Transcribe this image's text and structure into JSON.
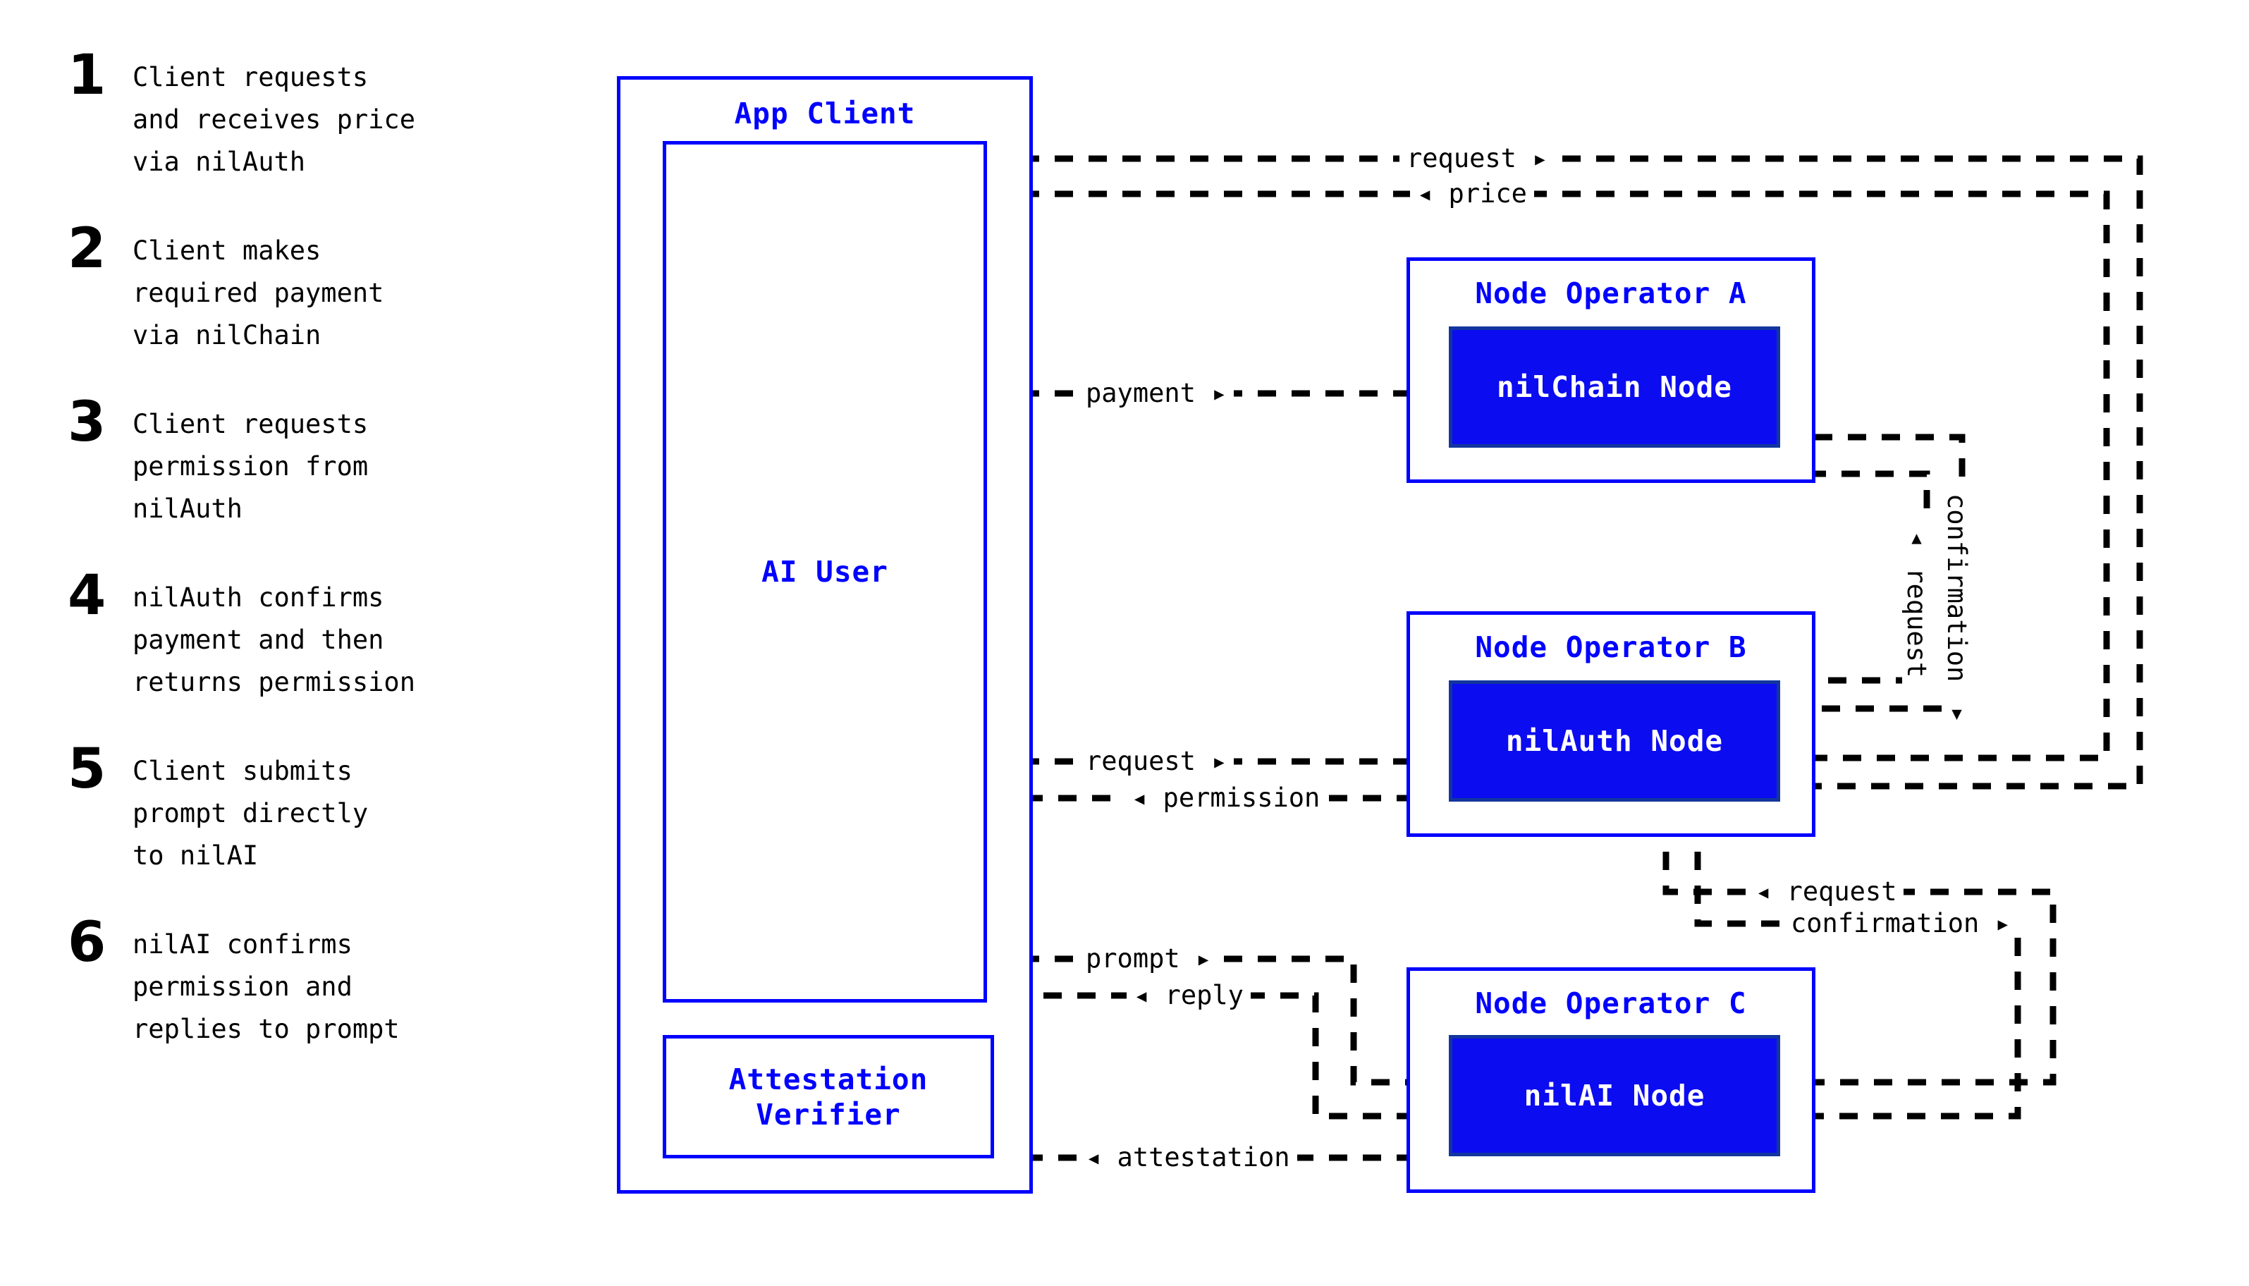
{
  "legend": {
    "items": [
      {
        "num": "1",
        "text": "Client requests\nand receives price\nvia nilAuth"
      },
      {
        "num": "2",
        "text": "Client makes\nrequired payment\nvia nilChain"
      },
      {
        "num": "3",
        "text": "Client requests\npermission from\nnilAuth"
      },
      {
        "num": "4",
        "text": "nilAuth confirms\npayment and then\nreturns permission"
      },
      {
        "num": "5",
        "text": "Client submits\nprompt directly\nto nilAI"
      },
      {
        "num": "6",
        "text": "nilAI confirms\npermission and\nreplies to prompt"
      }
    ]
  },
  "boxes": {
    "app_client": {
      "title": "App Client"
    },
    "ai_user": {
      "label": "AI User"
    },
    "attestation_verifier": {
      "label": "Attestation\nVerifier"
    },
    "node_operator_a": {
      "title": "Node Operator A",
      "node": "nilChain Node"
    },
    "node_operator_b": {
      "title": "Node Operator B",
      "node": "nilAuth Node"
    },
    "node_operator_c": {
      "title": "Node Operator C",
      "node": "nilAI Node"
    }
  },
  "edges": {
    "request_top": "request ▸",
    "price": "◂ price",
    "payment": "payment ▸",
    "confirmation_vertical": "confirmation ▾",
    "request_vertical": "▴ request",
    "request_auth": "request ▸",
    "permission": "◂ permission",
    "request_ai": "◂ request",
    "confirmation_ai": "confirmation ▸",
    "prompt": "prompt ▸",
    "reply": "◂ reply",
    "attestation": "◂ attestation"
  },
  "colors": {
    "accent_blue": "#0000ff",
    "node_fill": "#0c0cf0",
    "node_border": "#12359e",
    "wire": "#000000",
    "background": "#ffffff"
  }
}
